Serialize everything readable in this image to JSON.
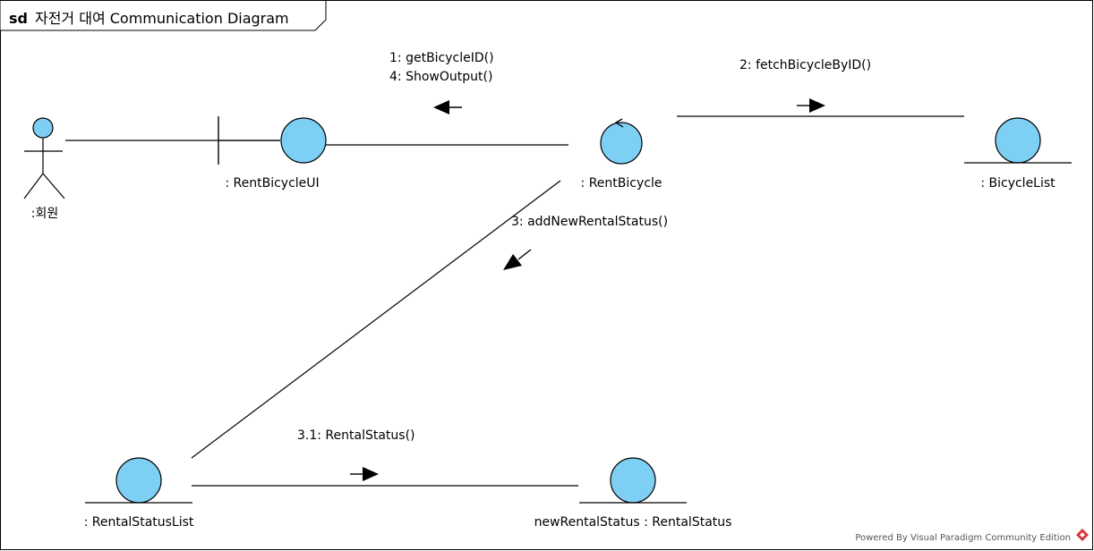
{
  "frame": {
    "keyword": "sd",
    "title": "자전거 대여 Communication Diagram"
  },
  "objects": {
    "actor": ":회원",
    "boundary": ": RentBicycleUI",
    "control": ": RentBicycle",
    "bicycle_list": ": BicycleList",
    "rental_status_list": ": RentalStatusList",
    "rental_status": "newRentalStatus : RentalStatus"
  },
  "messages": {
    "m1": "1: getBicycleID()",
    "m4": "4: ShowOutput()",
    "m2": "2: fetchBicycleByID()",
    "m3": "3: addNewRentalStatus()",
    "m31": "3.1: RentalStatus()"
  },
  "colors": {
    "object_fill": "#7ecff4",
    "stroke": "#000000",
    "brand": "#d9343a"
  },
  "watermark": "Powered By Visual Paradigm Community Edition"
}
